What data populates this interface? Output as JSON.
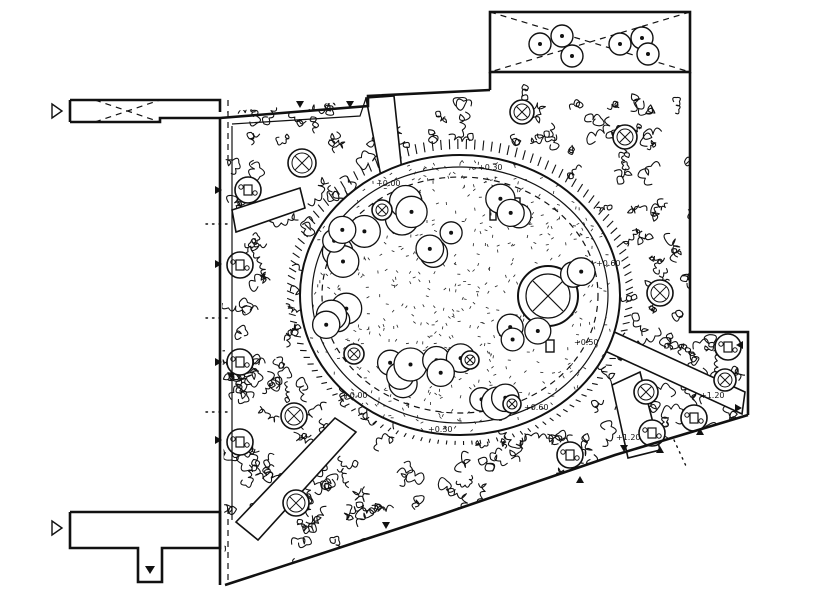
{
  "plan": {
    "elevation_labels": [
      {
        "id": "top-left",
        "text": "+0.00"
      },
      {
        "id": "top",
        "text": "+0.30"
      },
      {
        "id": "right",
        "text": "+0.60"
      },
      {
        "id": "right-lower",
        "text": "+0.50"
      },
      {
        "id": "bottom-left",
        "text": "+0.00"
      },
      {
        "id": "bottom",
        "text": "+0.30"
      },
      {
        "id": "bottom-right",
        "text": "+0.60"
      },
      {
        "id": "ramp",
        "text": "+1.20"
      },
      {
        "id": "east-path",
        "text": "+1.20"
      }
    ]
  }
}
